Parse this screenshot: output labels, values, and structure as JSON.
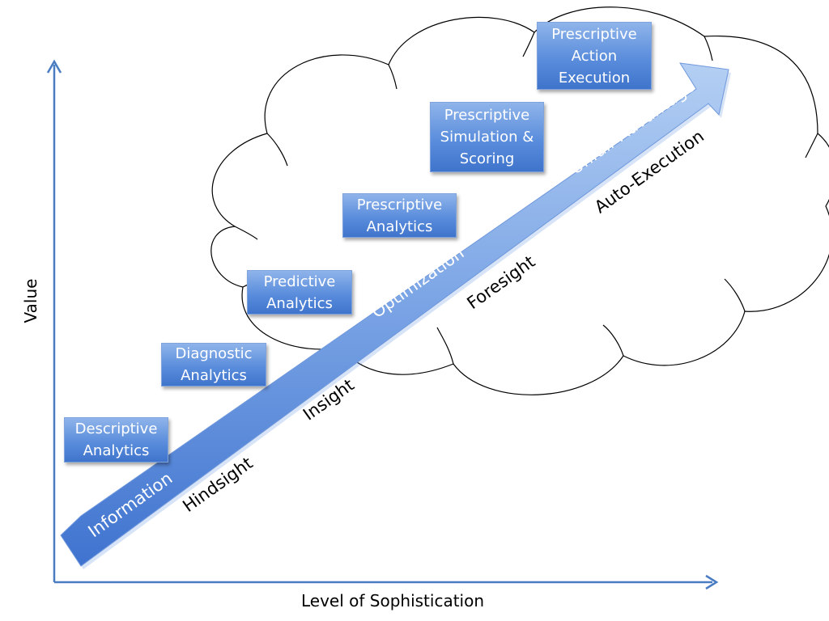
{
  "axes": {
    "y_label": "Value",
    "x_label": "Level of Sophistication"
  },
  "boxes": [
    {
      "lines": [
        "Descriptive",
        "Analytics"
      ]
    },
    {
      "lines": [
        "Diagnostic",
        "Analytics"
      ]
    },
    {
      "lines": [
        "Predictive",
        "Analytics"
      ]
    },
    {
      "lines": [
        "Prescriptive",
        "Analytics"
      ]
    },
    {
      "lines": [
        "Prescriptive",
        "Simulation &",
        "Scoring"
      ]
    },
    {
      "lines": [
        "Prescriptive",
        "Action",
        "Execution"
      ]
    }
  ],
  "arrow": {
    "labels_on_arrow": [
      "Information",
      "Optimization",
      "Unfair Advantage"
    ],
    "labels_below_arrow": [
      "Hindsight",
      "Insight",
      "Foresight",
      "Auto-Execution"
    ]
  },
  "colors": {
    "axis": "#4a7cc2",
    "arrow_light": "#a9c6f0",
    "arrow_dark": "#3f73cf",
    "box_fill": "#5a8ddc",
    "box_text": "#ffffff"
  }
}
